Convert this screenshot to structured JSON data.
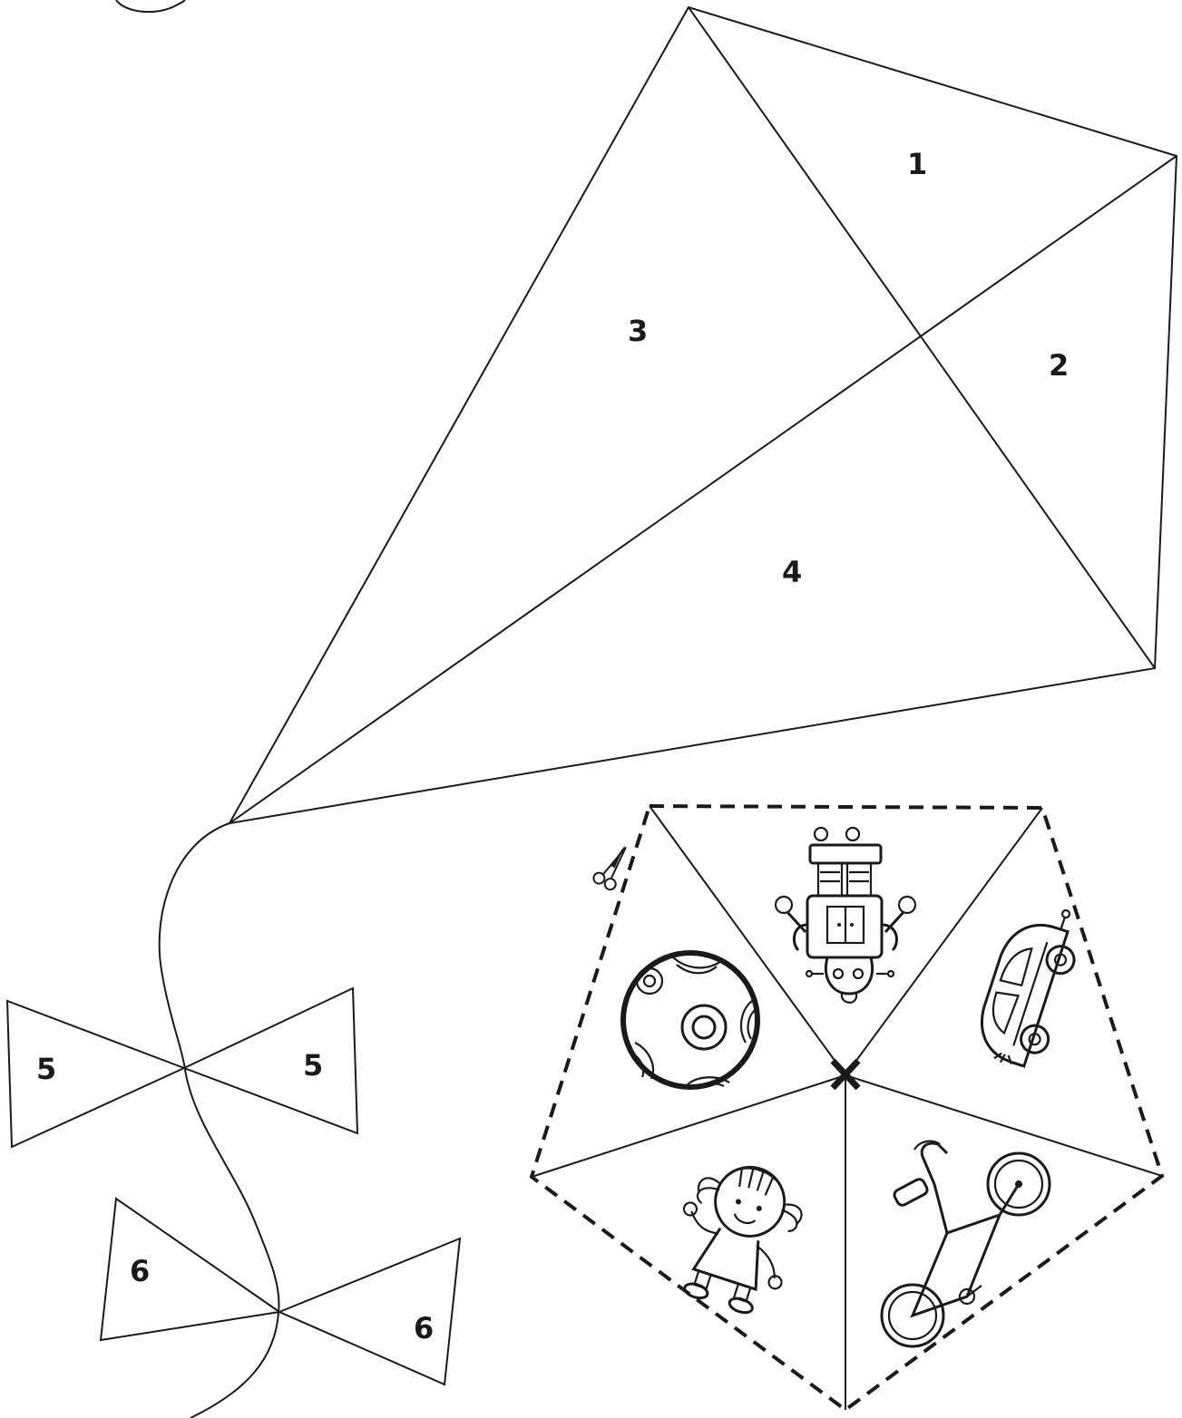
{
  "kite": {
    "sections": [
      {
        "id": "1",
        "label": "1"
      },
      {
        "id": "2",
        "label": "2"
      },
      {
        "id": "3",
        "label": "3"
      },
      {
        "id": "4",
        "label": "4"
      }
    ]
  },
  "bows": {
    "upper": {
      "left_label": "5",
      "right_label": "5"
    },
    "lower": {
      "left_label": "6",
      "right_label": "6"
    }
  },
  "pentagon": {
    "center_mark": "X",
    "pictures": [
      "robot",
      "car",
      "bicycle",
      "girl",
      "ball"
    ]
  },
  "icons": {
    "scissors": "scissors-icon"
  },
  "colors": {
    "ink": "#1a1a1a",
    "paper": "#ffffff"
  }
}
